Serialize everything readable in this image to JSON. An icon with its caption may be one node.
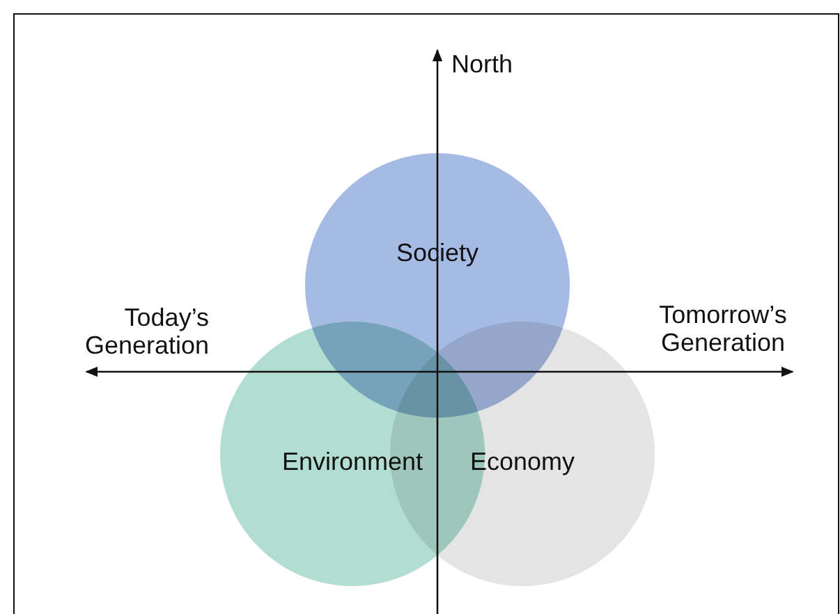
{
  "diagram": {
    "nodes": [
      {
        "text": [
          "Society"
        ]
      },
      {
        "text": [
          "Environment"
        ]
      },
      {
        "text": [
          "Economy"
        ]
      }
    ],
    "labels": [
      "North",
      "Today’s Generation",
      "Tomorrow’s Generation"
    ]
  }
}
